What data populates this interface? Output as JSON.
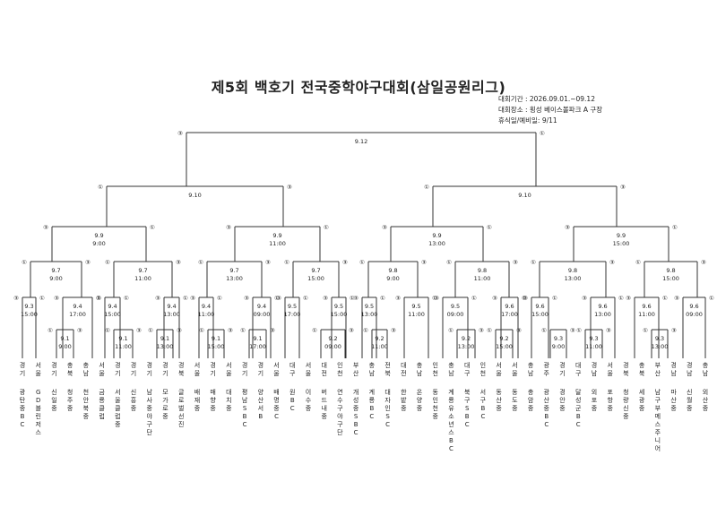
{
  "title": "제5회 백호기 전국중학야구대회(삼일공원리그)",
  "info": [
    "대회기간 : 2026.09.01.~09.12",
    "대회장소 : 횡성 베이스볼파크 A 구장",
    "휴식일/예비일: 9/11"
  ],
  "final_match": {
    "date": "9.12",
    "left_num": "③",
    "right_num": "①"
  },
  "semis": [
    {
      "date": "9.10",
      "left_num": "①",
      "right_num": "③"
    },
    {
      "date": "9.10",
      "left_num": "①",
      "right_num": "③"
    }
  ],
  "quarters": [
    {
      "date": "9.9",
      "time": "9:00",
      "left_num": "③",
      "right_num": "①"
    },
    {
      "date": "9.9",
      "time": "11:00",
      "left_num": "③",
      "right_num": "①"
    },
    {
      "date": "9.9",
      "time": "13:00",
      "left_num": "③",
      "right_num": "①"
    },
    {
      "date": "9.9",
      "time": "15:00",
      "left_num": "③",
      "right_num": "①"
    }
  ],
  "r16": [
    {
      "date": "9.7",
      "time": "9:00",
      "left_num": "①",
      "right_num": "③"
    },
    {
      "date": "9.7",
      "time": "11:00",
      "left_num": "①",
      "right_num": "③"
    },
    {
      "date": "9.7",
      "time": "13:00",
      "left_num": "①",
      "right_num": "③"
    },
    {
      "date": "9.7",
      "time": "15:00",
      "left_num": "①",
      "right_num": "③"
    },
    {
      "date": "9.8",
      "time": "9:00",
      "left_num": "①",
      "right_num": "③"
    },
    {
      "date": "9.8",
      "time": "11:00",
      "left_num": "①",
      "right_num": "③"
    },
    {
      "date": "9.8",
      "time": "13:00",
      "left_num": "①",
      "right_num": "③"
    },
    {
      "date": "9.8",
      "time": "15:00",
      "left_num": "①",
      "right_num": "③"
    }
  ],
  "r32": [
    {
      "date": "9.3",
      "time": "15:00"
    },
    {
      "date": "9.4",
      "time": "17:00"
    },
    {
      "date": "9.4",
      "time": "15:00"
    },
    {
      "date": "9.4",
      "time": "13:00"
    },
    {
      "date": "9.4",
      "time": "11:00"
    },
    {
      "date": "9.4",
      "time": "09:00"
    },
    {
      "date": "9.5",
      "time": "17:00"
    },
    {
      "date": "9.5",
      "time": "15:00"
    },
    {
      "date": "9.5",
      "time": "13:00"
    },
    {
      "date": "9.5",
      "time": "11:00"
    },
    {
      "date": "9.5",
      "time": "09:00"
    },
    {
      "date": "9.6",
      "time": "17:00"
    },
    {
      "date": "9.6",
      "time": "15:00"
    },
    {
      "date": "9.6",
      "time": "13:00"
    },
    {
      "date": "9.6",
      "time": "11:00"
    },
    {
      "date": "9.6",
      "time": "09:00"
    }
  ],
  "r64": [
    {
      "date": "9.1",
      "time": "9:00"
    },
    {
      "date": "9.1",
      "time": "11:00"
    },
    {
      "date": "9.1",
      "time": "13:00"
    },
    {
      "date": "9.1",
      "time": "15:00"
    },
    {
      "date": "9.1",
      "time": "17:00"
    },
    {
      "date": "9.2",
      "time": "09:00"
    },
    {
      "date": "9.2",
      "time": "11:00"
    },
    {
      "date": "9.2",
      "time": "13:00"
    },
    {
      "date": "9.2",
      "time": "15:00"
    },
    {
      "date": "9.3",
      "time": "9:00"
    },
    {
      "date": "9.3",
      "time": "11:00"
    },
    {
      "date": "9.3",
      "time": "13:00"
    }
  ],
  "teams": [
    {
      "region": "경기",
      "name": "광탄중BC"
    },
    {
      "region": "서울",
      "name": "GD블린저스"
    },
    {
      "region": "경기",
      "name": "신일중"
    },
    {
      "region": "충북",
      "name": "청주중"
    },
    {
      "region": "충남",
      "name": "천안북중"
    },
    {
      "region": "서울",
      "name": "금룡클럽"
    },
    {
      "region": "경기",
      "name": "서울클럽중"
    },
    {
      "region": "경기",
      "name": "신흥중"
    },
    {
      "region": "경기",
      "name": "남사중야구단"
    },
    {
      "region": "경기",
      "name": "모가로중"
    },
    {
      "region": "경북",
      "name": "글로벌선진"
    },
    {
      "region": "서울",
      "name": "배재중"
    },
    {
      "region": "경기",
      "name": "매향중"
    },
    {
      "region": "서울",
      "name": "대치중"
    },
    {
      "region": "경기",
      "name": "평남SBC"
    },
    {
      "region": "경기",
      "name": "양산서B"
    },
    {
      "region": "서울",
      "name": "배명중C"
    },
    {
      "region": "대구",
      "name": "원BC"
    },
    {
      "region": "서울",
      "name": "이수중"
    },
    {
      "region": "대전",
      "name": "버드내중"
    },
    {
      "region": "인천",
      "name": "연수구야구단"
    },
    {
      "region": "부산",
      "name": "개성중SBC"
    },
    {
      "region": "충남",
      "name": "계룡BC"
    },
    {
      "region": "전북",
      "name": "대자인SC"
    },
    {
      "region": "대전",
      "name": "한밭중"
    },
    {
      "region": "충남",
      "name": "온양중"
    },
    {
      "region": "인천",
      "name": "동인천중"
    },
    {
      "region": "충남",
      "name": "계룡유소년스BC"
    },
    {
      "region": "대구",
      "name": "북구SBC"
    },
    {
      "region": "인천",
      "name": "서구BC"
    },
    {
      "region": "서울",
      "name": "동산중"
    },
    {
      "region": "서울",
      "name": "동도중"
    },
    {
      "region": "충남",
      "name": "충암중"
    },
    {
      "region": "광주",
      "name": "광산중BC"
    },
    {
      "region": "경기",
      "name": "경안중"
    },
    {
      "region": "대구",
      "name": "달성군BC"
    },
    {
      "region": "경남",
      "name": "외포중"
    },
    {
      "region": "서울",
      "name": "포항중"
    },
    {
      "region": "경북",
      "name": "청량신중"
    },
    {
      "region": "충북",
      "name": "세광중"
    },
    {
      "region": "부산",
      "name": "남구부메스주니어"
    },
    {
      "region": "경남",
      "name": "마산중"
    },
    {
      "region": "경남",
      "name": "신월중"
    },
    {
      "region": "충남",
      "name": "외산중"
    }
  ]
}
